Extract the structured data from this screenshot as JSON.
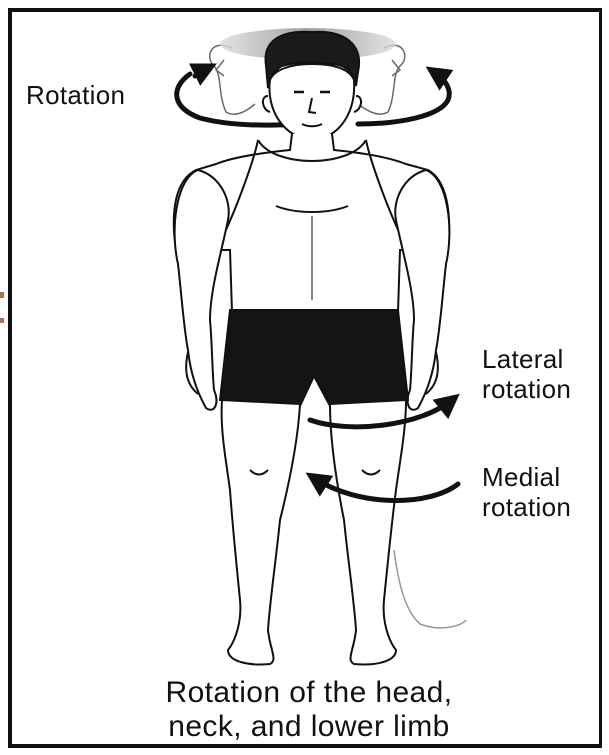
{
  "labels": {
    "head_rotation": "Rotation",
    "lateral_line1": "Lateral",
    "lateral_line2": "rotation",
    "medial_line1": "Medial",
    "medial_line2": "rotation"
  },
  "caption": {
    "line1": "Rotation of the head,",
    "line2": "neck, and lower limb"
  },
  "colors": {
    "ink": "#111111",
    "hair": "#1a1a1a",
    "ghost": "#9a9a9a",
    "shorts": "#141414"
  }
}
